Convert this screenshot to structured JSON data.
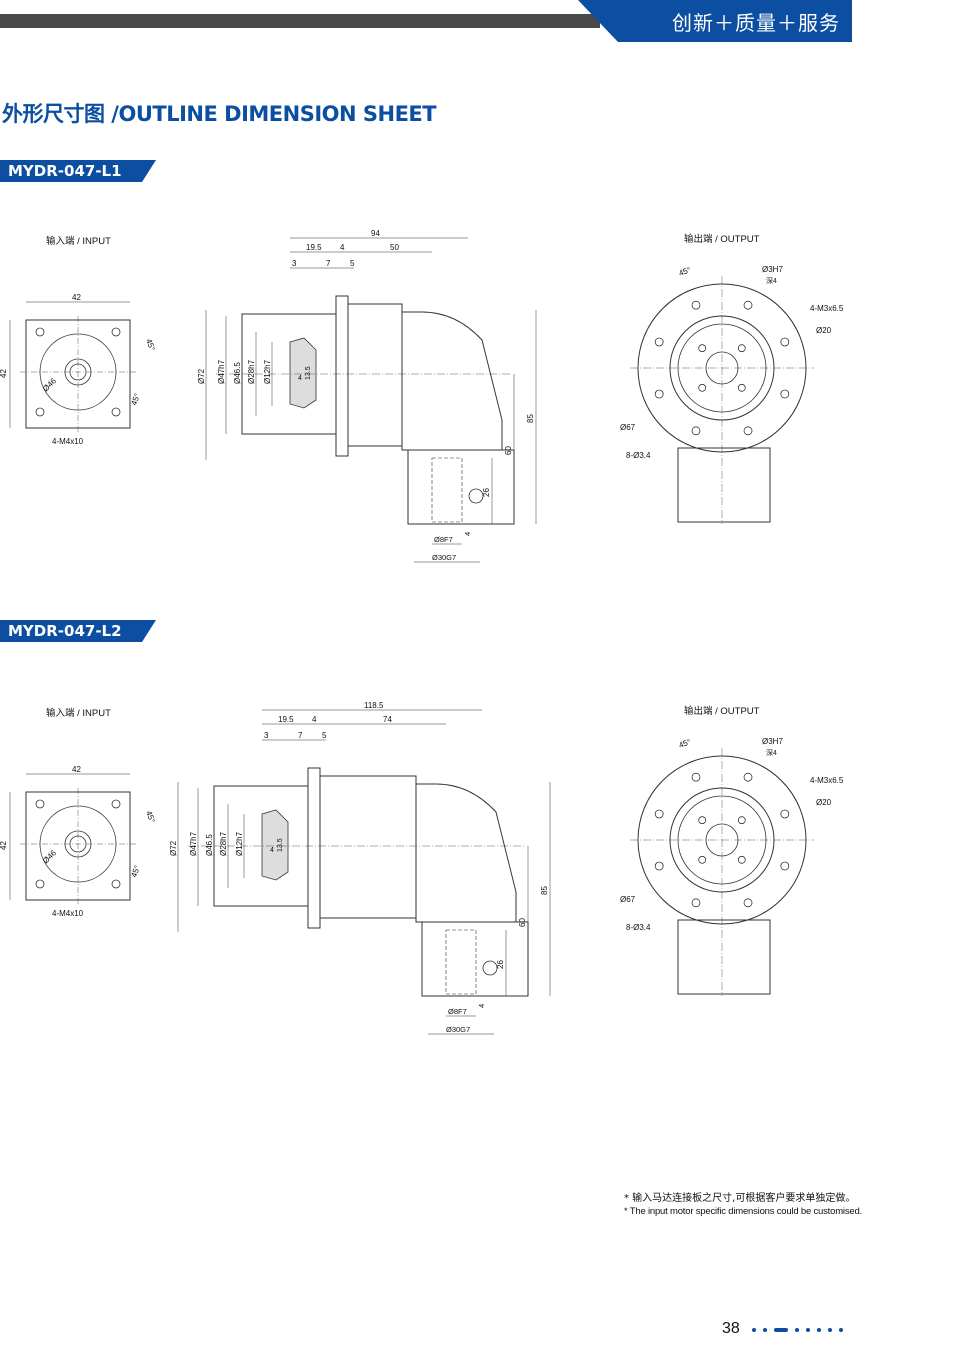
{
  "header": {
    "slogan": "创新＋质量＋服务"
  },
  "page": {
    "title": "外形尺寸图 /OUTLINE DIMENSION SHEET",
    "page_number": "38"
  },
  "colors": {
    "brand": "#0b4ea2",
    "rule": "#4a4a4a"
  },
  "sections": [
    {
      "model": "MYDR-047-L1",
      "input_label": "输入端 / INPUT",
      "output_label": "输出端 / OUTPUT",
      "input_dims": {
        "width": "42",
        "height": "42",
        "circle": "Ø46",
        "angle_a": "45°",
        "angle_b": "45°",
        "holes": "4-M4x10"
      },
      "side_dims": {
        "overall": "94",
        "d19": "19.5",
        "d4": "4",
        "d50": "50",
        "d3": "3",
        "d7": "7",
        "d5": "5",
        "dia72": "Ø72",
        "dia47": "Ø47h7",
        "dia46": "Ø46.5",
        "dia28": "Ø28h7",
        "dia12": "Ø12h7",
        "key4": "4",
        "key13": "13.5",
        "h85": "85",
        "h60": "60",
        "h26": "26",
        "shaft8": "Ø8F7",
        "shaft_key": "4",
        "pilot30": "Ø30G7"
      },
      "output_dims": {
        "angle": "45°",
        "pin": "Ø3H7",
        "pin_depth": "深4",
        "taps": "4-M3x6.5",
        "bore": "Ø20",
        "pcd": "Ø67",
        "holes": "8-Ø3.4"
      }
    },
    {
      "model": "MYDR-047-L2",
      "input_label": "输入端 / INPUT",
      "output_label": "输出端 / OUTPUT",
      "input_dims": {
        "width": "42",
        "height": "42",
        "circle": "Ø46",
        "angle_a": "45°",
        "angle_b": "45°",
        "holes": "4-M4x10"
      },
      "side_dims": {
        "overall": "118.5",
        "d19": "19.5",
        "d4": "4",
        "d50": "74",
        "d3": "3",
        "d7": "7",
        "d5": "5",
        "dia72": "Ø72",
        "dia47": "Ø47h7",
        "dia46": "Ø46.5",
        "dia28": "Ø28h7",
        "dia12": "Ø12h7",
        "key4": "4",
        "key13": "13.5",
        "h85": "85",
        "h60": "60",
        "h26": "26",
        "shaft8": "Ø8F7",
        "shaft_key": "4",
        "pilot30": "Ø30G7"
      },
      "output_dims": {
        "angle": "45°",
        "pin": "Ø3H7",
        "pin_depth": "深4",
        "taps": "4-M3x6.5",
        "bore": "Ø20",
        "pcd": "Ø67",
        "holes": "8-Ø3.4"
      }
    }
  ],
  "footnote": {
    "cn": "* 输入马达连接板之尺寸,可根据客户要求单独定做。",
    "en": "* The input motor specific dimensions could be customised."
  }
}
